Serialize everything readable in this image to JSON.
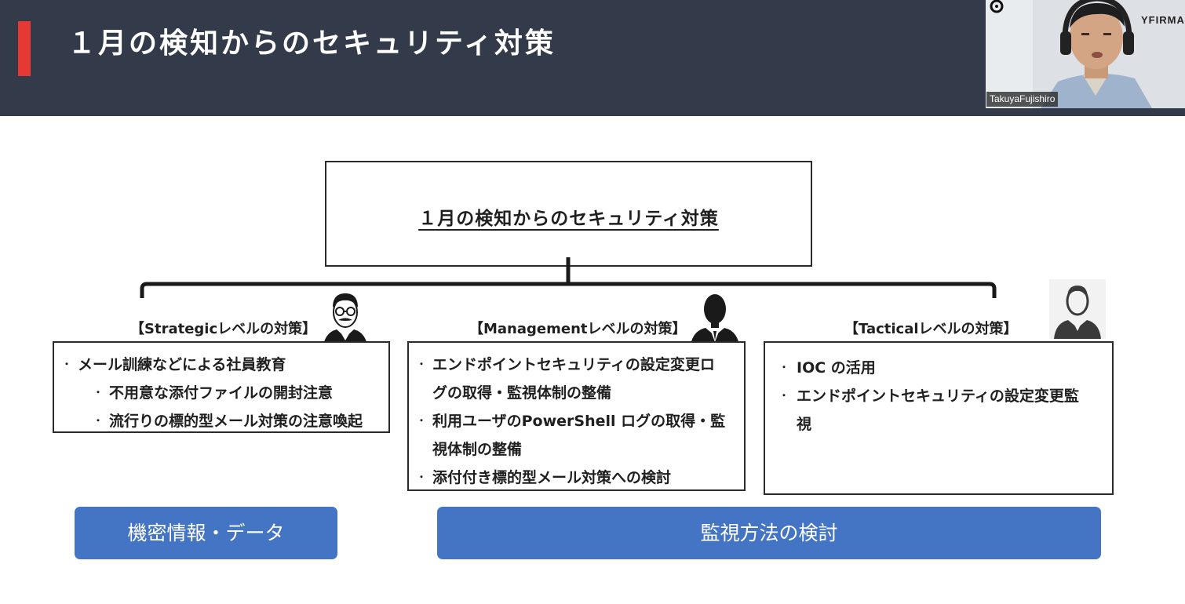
{
  "header": {
    "title": "１月の検知からのセキュリティ対策",
    "accent_color": "#e53a33",
    "background_color": "#333b4b"
  },
  "video": {
    "participant_name": "TakuyaFujishiro",
    "logo_text": "YFIRMA"
  },
  "diagram": {
    "root_title": "１月の検知からのセキュリティ対策",
    "levels": [
      {
        "label": "【Strategicレベルの対策】",
        "icon": "person-glasses-mustache-icon",
        "items": [
          {
            "text": "メール訓練などによる社員教育",
            "indent": 0
          },
          {
            "text": "不用意な添付ファイルの開封注意",
            "indent": 1
          },
          {
            "text": "流行りの標的型メール対策の注意喚起",
            "indent": 1
          }
        ]
      },
      {
        "label": "【Managementレベルの対策】",
        "icon": "person-suit-icon",
        "items": [
          {
            "lines": [
              "エンドポイントセキュリティの設定変更ロ",
              "グの取得・監視体制の整備"
            ]
          },
          {
            "lines": [
              "利用ユーザのPowerShell ログの取得・監",
              "視体制の整備"
            ]
          },
          {
            "lines": [
              "添付付き標的型メール対策への検討"
            ]
          }
        ]
      },
      {
        "label": "【Tacticalレベルの対策】",
        "icon": "person-outline-icon",
        "items": [
          {
            "lines": [
              "IOC の活用"
            ]
          },
          {
            "lines": [
              "エンドポイントセキュリティの設定変更監",
              "視"
            ]
          }
        ]
      }
    ],
    "bottom_buttons": [
      {
        "label": "機密情報・データ"
      },
      {
        "label": "監視方法の検討"
      }
    ],
    "button_color": "#4474c4"
  }
}
